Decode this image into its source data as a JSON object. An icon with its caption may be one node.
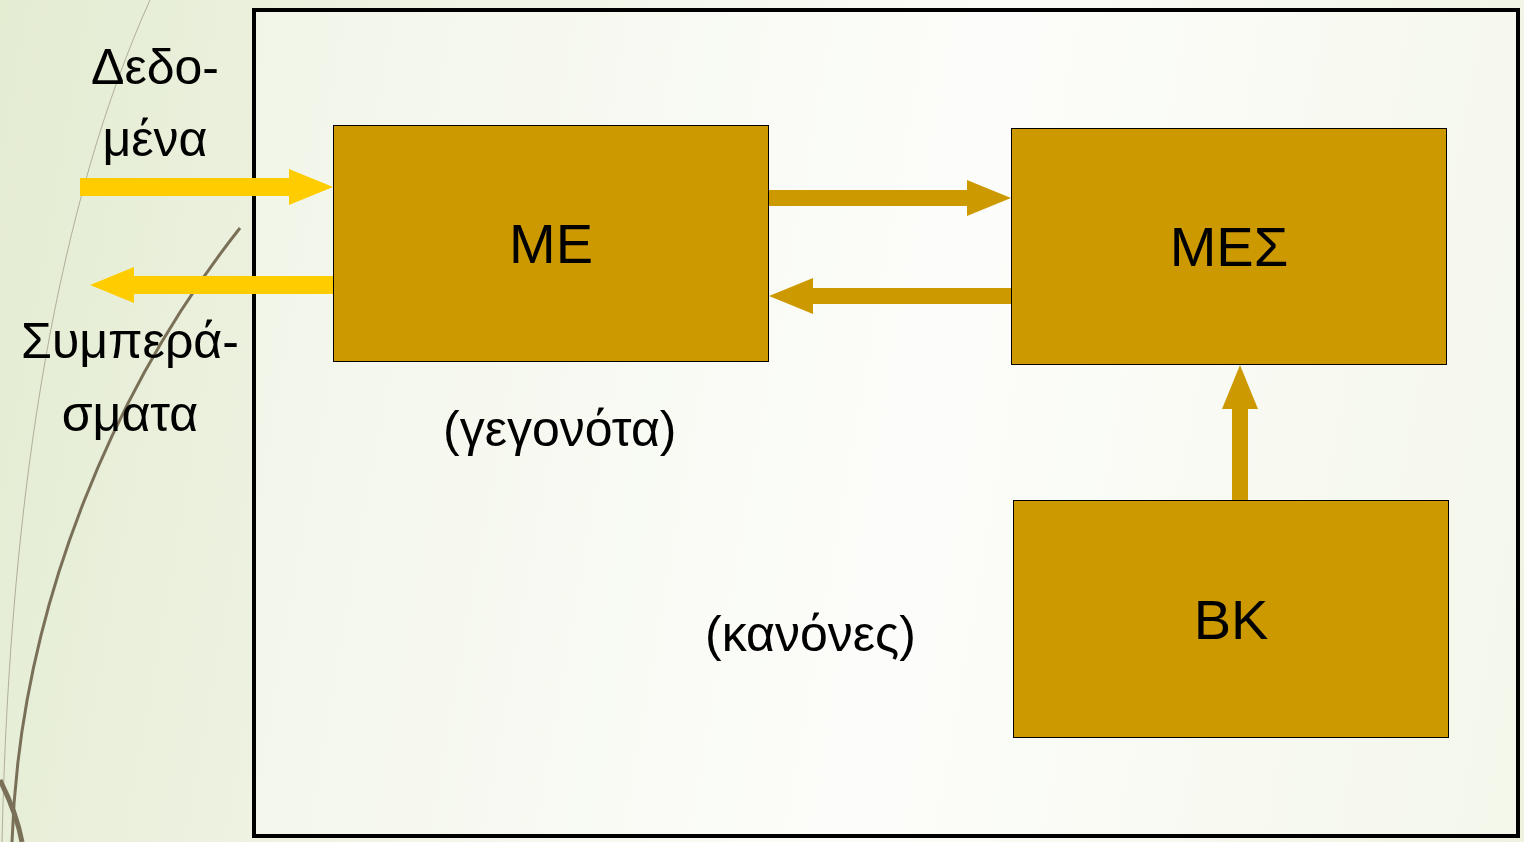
{
  "diagram": {
    "nodes": [
      {
        "text": [],
        "shape": "box"
      },
      {
        "text": [
          "Δεδο- μένα"
        ]
      },
      {
        "text": [
          "ΜΕ"
        ],
        "in": 0,
        "beside": [
          "(γεγονότα)"
        ]
      },
      {
        "text": [
          "ΜΕΣ"
        ],
        "in": 0
      },
      {
        "text": [
          "Συμπερά- σματα"
        ]
      },
      {
        "text": [
          "ΒΚ"
        ],
        "in": 0,
        "beside": [
          "(κανόνες)"
        ]
      }
    ],
    "edges": [
      {
        "from": 1,
        "to": 2,
        "arrow": "to",
        "color": "#ffcc00"
      },
      {
        "from": 2,
        "to": 3,
        "arrow": "to"
      },
      {
        "from": 3,
        "to": 2,
        "arrow": "to"
      },
      {
        "from": 2,
        "to": 4,
        "arrow": "to",
        "color": "#ffcc00"
      },
      {
        "from": 5,
        "to": 3,
        "arrow": "to"
      }
    ]
  }
}
